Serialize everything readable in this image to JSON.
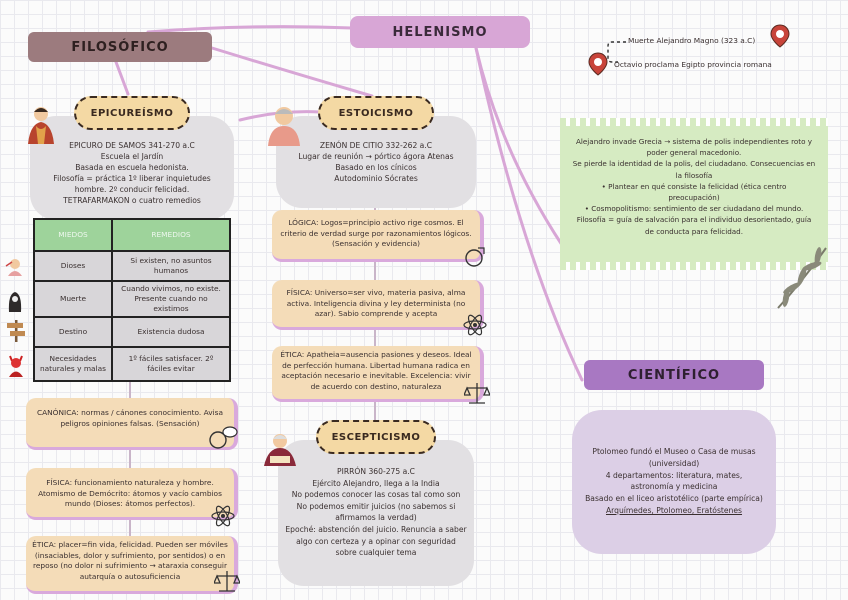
{
  "titles": {
    "helenismo": "HELENISMO",
    "filosofico": "FILOSÓFICO",
    "cientifico": "CIENTÍFICO"
  },
  "timeline": {
    "event1": "Muerte Alejandro Magno (323 a.C)",
    "event2": "Octavio proclama Egipto provincia romana"
  },
  "epicureismo": {
    "label": "EPICUREÍSMO",
    "lines": [
      "EPICURO DE SAMOS 341-270 a.C",
      "Escuela el Jardín",
      "Basada en escuela hedonista.",
      "Filosofía = práctica 1º liberar inquietudes",
      "hombre. 2º conducir felicidad.",
      "TETRAFARMAKON o cuatro remedios"
    ],
    "table": {
      "headers": [
        "MIEDOS",
        "REMEDIOS"
      ],
      "rows": [
        [
          "Dioses",
          "Si existen, no asuntos humanos"
        ],
        [
          "Muerte",
          "Cuando vivimos, no existe. Presente cuando no existimos"
        ],
        [
          "Destino",
          "Existencia dudosa"
        ],
        [
          "Necesidades naturales y malas",
          "1º fáciles satisfacer. 2º fáciles evitar"
        ]
      ]
    },
    "canonica": "CANÓNICA: normas / cánones conocimiento. Avisa peligros opiniones falsas. (Sensación)",
    "fisica": "FÍSICA: funcionamiento naturaleza y hombre. Atomismo de Demócrito: átomos y vacío cambios mundo (Dioses: átomos perfectos).",
    "etica": "ÉTICA: placer=fin vida, felicidad. Pueden ser móviles (insaciables, dolor y sufrimiento, por sentidos) o en reposo (no dolor ni sufrimiento → ataraxia conseguir autarquía o autosuficiencia"
  },
  "estoicismo": {
    "label": "ESTOICISMO",
    "lines": [
      "ZENÓN DE CITIO 332-262 a.C",
      "Lugar de reunión → pórtico ágora Atenas",
      "Basado en los cínicos",
      "Autodominio Sócrates"
    ],
    "logica": "LÓGICA: Logos=principio activo rige cosmos. El criterio de verdad surge por razonamientos lógicos. (Sensación y evidencia)",
    "fisica": "FÍSICA: Universo=ser vivo, materia pasiva, alma activa. Inteligencia divina y ley determinista (no azar). Sabio comprende y acepta",
    "etica": "ÉTICA: Apatheia=ausencia pasiones y deseos. Ideal de perfección humana. Libertad humana radica en aceptación necesario e inevitable. Excelencia: vivir de acuerdo con destino, naturaleza"
  },
  "escepticismo": {
    "label": "ESCEPTICISMO",
    "lines": [
      "PIRRÓN 360-275 a.C",
      "Ejército Alejandro, llega a la India",
      "No podemos conocer las cosas tal como son",
      "No podemos emitir juicios (no sabemos si",
      "afirmamos la verdad)",
      "Epoché: abstención del juicio. Renuncia a saber",
      "algo con certeza y a opinar con seguridad",
      "sobre cualquier tema"
    ]
  },
  "contexto": {
    "lines": [
      "Alejandro invade Grecia → sistema de polis independientes roto y",
      "poder general macedonio.",
      "Se pierde la identidad de la polis, del ciudadano. Consecuencias en",
      "la filosofía",
      "• Plantear en qué consiste la felicidad (ética centro",
      "preocupación)",
      "• Cosmopolitismo: sentimiento de ser ciudadano del mundo.",
      "Filosofía = guía de salvación para el individuo desorientado, guía",
      "de conducta para felicidad."
    ]
  },
  "cientifico_box": {
    "lines": [
      "Ptolomeo fundó el Museo o Casa de musas",
      "(universidad)",
      "4 departamentos: literatura, mates,",
      "astronomía y medicina",
      "Basado en el liceo aristotélico (parte empírica)",
      "Arquímedes, Ptolomeo, Eratóstenes"
    ]
  },
  "colors": {
    "helenismo": "#d8a6d6",
    "filosofico": "#9c7b7e",
    "cientifico": "#a878c2",
    "peach": "#f4dcb8",
    "gray": "#e2e0e3",
    "green": "#d6ebc2",
    "lavender": "#dccfe6",
    "header_green": "#9ed39b"
  }
}
